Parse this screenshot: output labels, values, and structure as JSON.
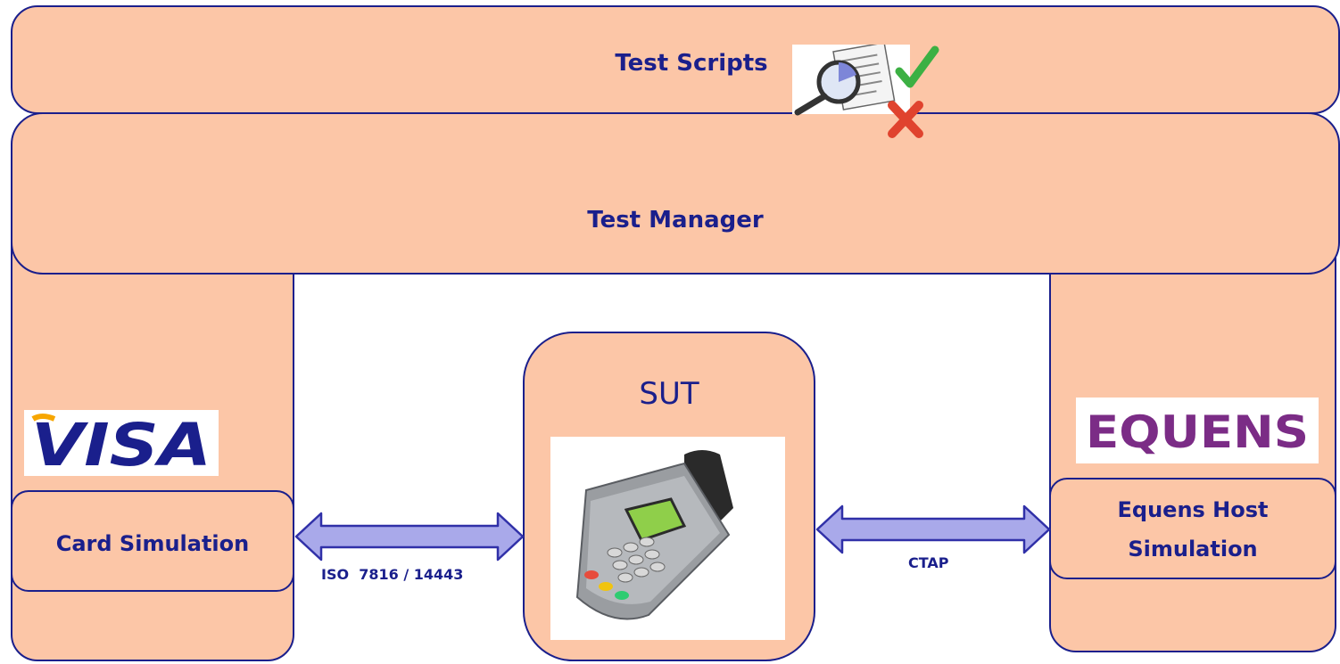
{
  "title": "Test Scripts",
  "colors": {
    "box_fill": "#fcc6a7",
    "border": "#1a1f8c",
    "text": "#1a1f8c",
    "arrow_fill": "#a9a9ea",
    "arrow_stroke": "#3030a8",
    "visa_blue": "#1a1f8c",
    "visa_gold": "#f7a600",
    "equens_purple": "#7b2c86"
  },
  "blocks": {
    "test_scripts": "Test Scripts",
    "test_manager": "Test Manager",
    "card_simulation": "Card Simulation",
    "host_simulation_line1": "Equens Host",
    "host_simulation_line2": "Simulation",
    "sut": "SUT"
  },
  "logos": {
    "visa": "VISA",
    "equens": "EQUENS"
  },
  "connections": {
    "left": "ISO  7816 / 14443",
    "right": "CTAP"
  },
  "icons": {
    "test_report": "magnifier-document-check-cross-icon",
    "terminal": "payment-terminal-icon"
  }
}
